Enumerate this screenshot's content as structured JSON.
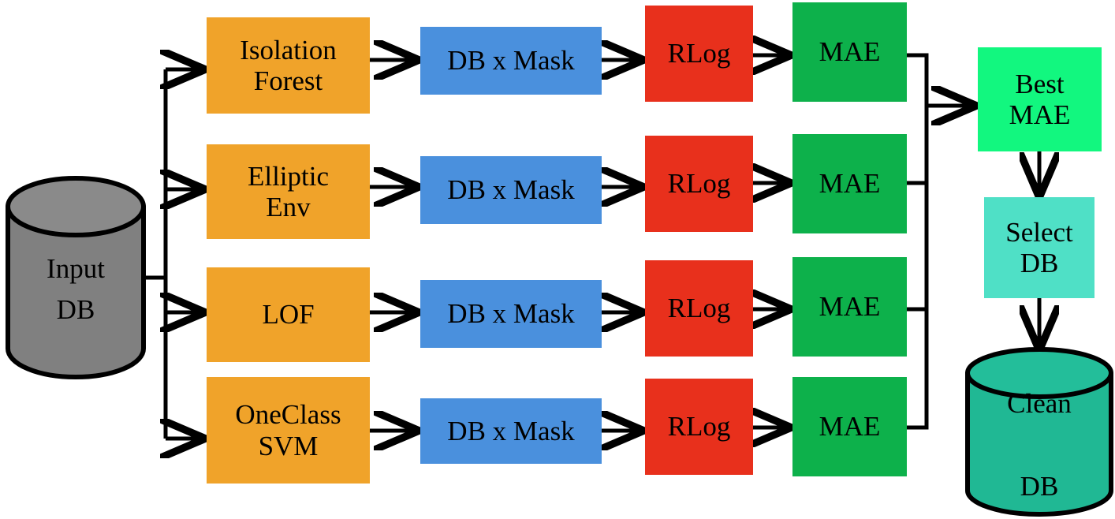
{
  "diagram": {
    "title": "Outlier-detection ensemble database cleaning pipeline",
    "colors": {
      "orange": "#F0A32A",
      "blue": "#4A90DD",
      "red": "#E8301C",
      "green": "#0DB14B",
      "spring_green": "#12F77F",
      "turquoise": "#4FE0C6",
      "input_cylinder_gray": "#808080",
      "clean_cylinder_teal": "#20B894",
      "stroke": "#000000",
      "background": "#FFFFFF"
    },
    "input": {
      "label": "Input\nDB",
      "shape": "cylinder",
      "fill": "#808080"
    },
    "rows": [
      {
        "detector": "Isolation\nForest",
        "mask": "DB x Mask",
        "model": "RLog",
        "metric": "MAE"
      },
      {
        "detector": "Elliptic\nEnv",
        "mask": "DB x Mask",
        "model": "RLog",
        "metric": "MAE"
      },
      {
        "detector": "LOF",
        "mask": "DB x Mask",
        "model": "RLog",
        "metric": "MAE"
      },
      {
        "detector": "OneClass\nSVM",
        "mask": "DB x Mask",
        "model": "RLog",
        "metric": "MAE"
      }
    ],
    "best_mae": {
      "label": "Best\nMAE"
    },
    "select_db": {
      "label": "Select\nDB"
    },
    "output": {
      "label": "Clean\n\nDB",
      "shape": "cylinder",
      "fill": "#20B894"
    }
  }
}
